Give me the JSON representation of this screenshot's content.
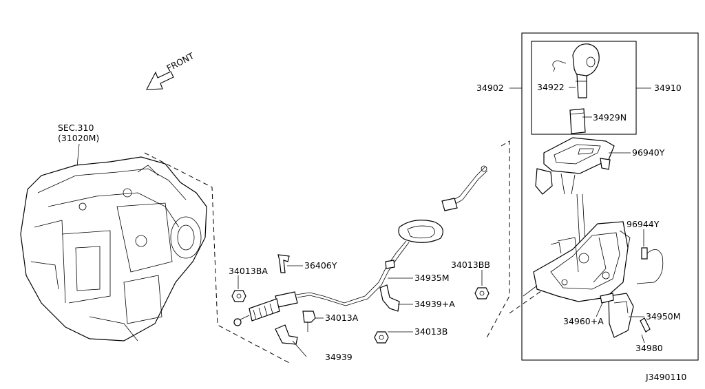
{
  "diagram_code": "J3490110",
  "front_label": "FRONT",
  "transmission": {
    "ref": "SEC.310",
    "part": "(31020M)"
  },
  "labels": {
    "p34902": "34902",
    "p34910": "34910",
    "p34922": "34922",
    "p34929N": "34929N",
    "p96940Y": "96940Y",
    "p96944Y": "96944Y",
    "p34950M": "34950M",
    "p34980": "34980",
    "p34960A": "34960+A",
    "p34935M": "34935M",
    "p34939A": "34939+A",
    "p34013B": "34013B",
    "p34013BB": "34013BB",
    "p34013BA": "34013BA",
    "p36406Y": "36406Y",
    "p34013A": "34013A",
    "p34939": "34939"
  }
}
